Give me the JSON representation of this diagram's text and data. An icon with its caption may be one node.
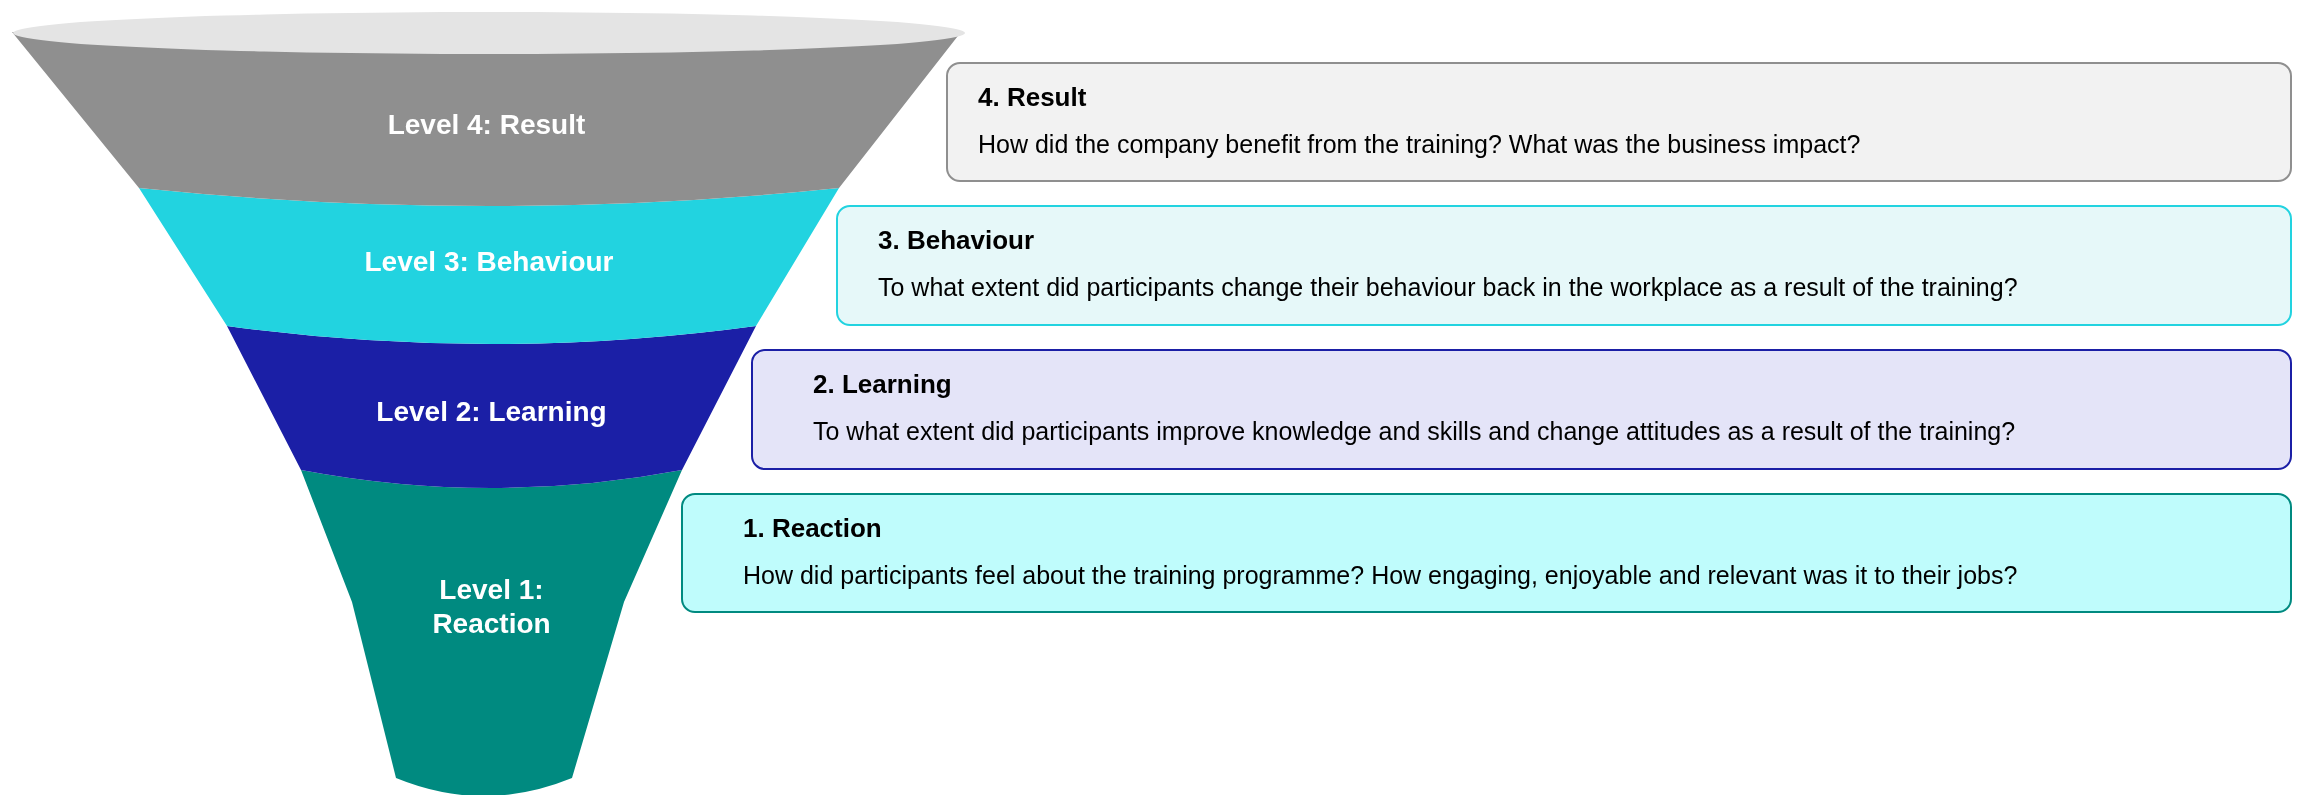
{
  "diagram": {
    "nodes": [
      {
        "text": [
          "Level 4: Result"
        ]
      },
      {
        "text": [
          "4. Result",
          "How did the company benefit from the training? What was the business impact?"
        ]
      },
      {
        "text": [
          "Level 3: Behaviour"
        ]
      },
      {
        "text": [
          "3. Behaviour",
          "To what extent did participants change their behaviour back in the workplace as a result of the training?"
        ]
      },
      {
        "text": [
          "Level 2: Learning"
        ]
      },
      {
        "text": [
          "2. Learning",
          "To what extent did participants improve knowledge and skills and change attitudes as a result of the training?"
        ]
      },
      {
        "text": [
          "Level 1: Reaction"
        ]
      },
      {
        "text": [
          "1. Reaction",
          "How did participants feel about the training programme? How engaging, enjoyable and relevant was it to their jobs?"
        ]
      }
    ]
  }
}
